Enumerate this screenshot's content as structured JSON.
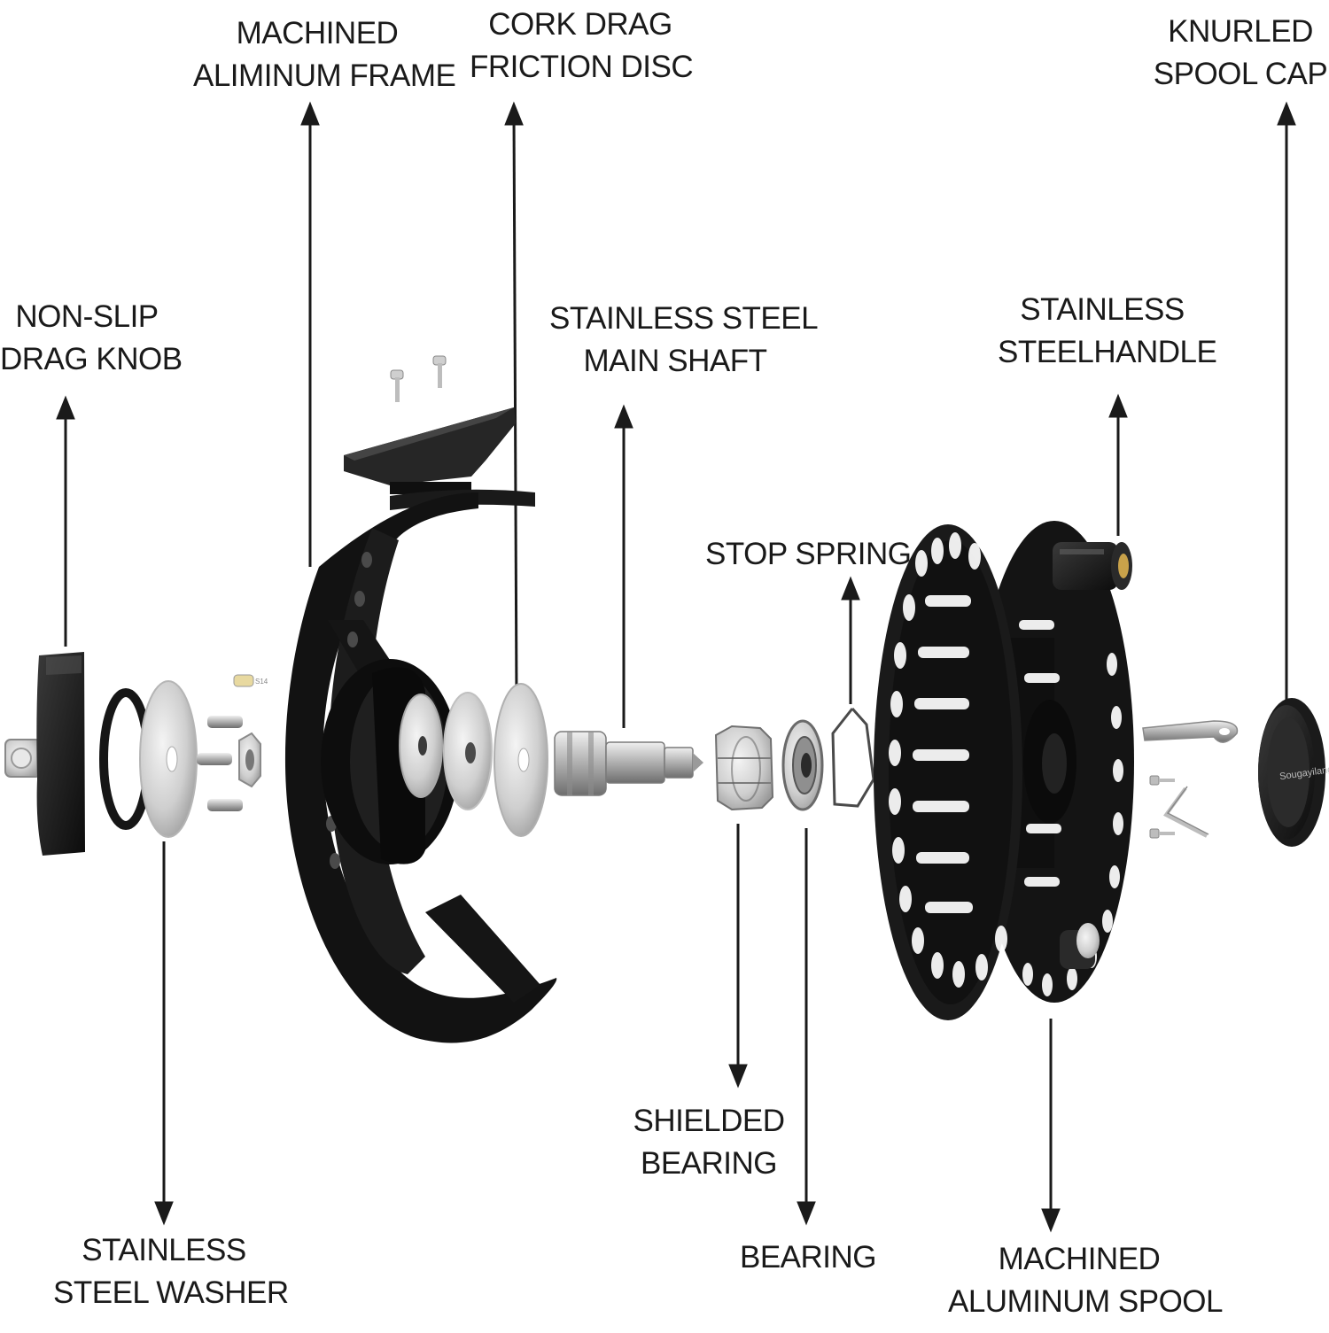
{
  "labels": {
    "frame": [
      "MACHINED",
      "ALIMINUM FRAME"
    ],
    "cork": [
      "CORK DRAG",
      "FRICTION DISC"
    ],
    "spoolcap": [
      "KNURLED",
      "SPOOL CAP"
    ],
    "knob": [
      "NON-SLIP",
      "DRAG KNOB"
    ],
    "shaft": [
      "STAINLESS STEEL",
      "MAIN SHAFT"
    ],
    "handle": [
      "STAINLESS",
      "STEELHANDLE"
    ],
    "spring": [
      "STOP SPRING"
    ],
    "washer": [
      "STAINLESS",
      "STEEL WASHER"
    ],
    "shielded": [
      "SHIELDED",
      "BEARING"
    ],
    "bearing": [
      "BEARING"
    ],
    "spool": [
      "MACHINED",
      "ALUMINUM SPOOL"
    ]
  },
  "cap_logo_text": "Sougayilang",
  "colors": {
    "part_black": "#141414",
    "part_dark": "#2a2a2a",
    "metal_light": "#d8d8d8",
    "metal_mid": "#a8a8a8",
    "text": "#1a1a1a",
    "arrow": "#1a1a1a"
  }
}
